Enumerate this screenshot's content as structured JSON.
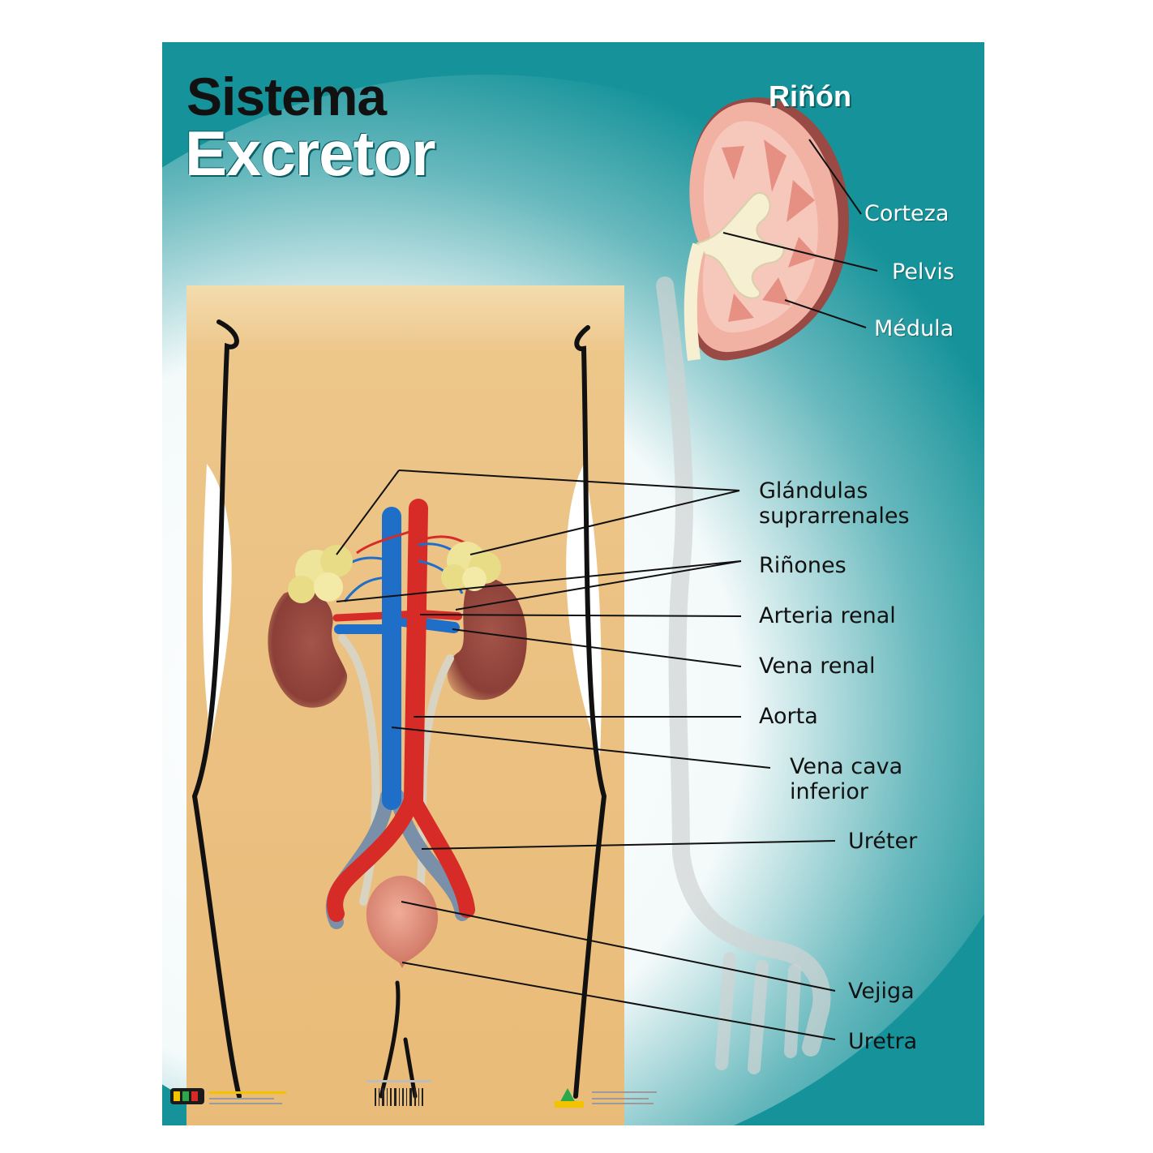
{
  "title": {
    "line1": "Sistema",
    "line2": "Excretor"
  },
  "kidney_inset": {
    "title": "Riñón",
    "labels": {
      "corteza": "Corteza",
      "pelvis": "Pelvis",
      "medula": "Médula"
    }
  },
  "labels": {
    "glandulas": [
      "Glándulas",
      "suprarrenales"
    ],
    "rinones": "Riñones",
    "arteria_renal": "Arteria renal",
    "vena_renal": "Vena renal",
    "aorta": "Aorta",
    "vena_cava": [
      "Vena cava",
      "inferior"
    ],
    "ureter": "Uréter",
    "vejiga": "Vejiga",
    "uretra": "Uretra"
  },
  "colors": {
    "teal": "#16939a",
    "skin": "#ebbf80",
    "aorta": "#d62b26",
    "vena_cava": "#1f6fc9",
    "kidney": "#9c4b40",
    "gland": "#efe59a",
    "bladder": "#e08f7c"
  }
}
